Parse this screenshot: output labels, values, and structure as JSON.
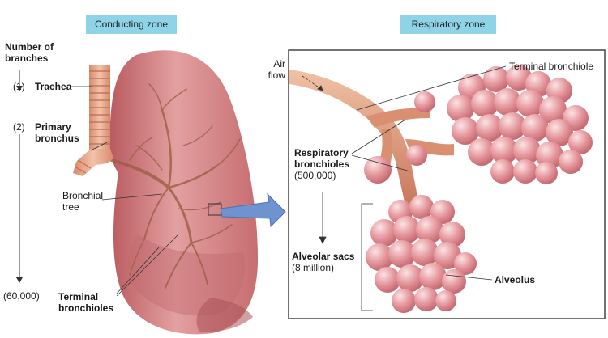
{
  "zones": {
    "conducting": "Conducting zone",
    "respiratory": "Respiratory zone"
  },
  "left_column": {
    "heading_line1": "Number of",
    "heading_line2": "branches",
    "count_trachea": "(1)",
    "count_primary": "(2)",
    "count_terminal": "(60,000)"
  },
  "lung_labels": {
    "trachea": "Trachea",
    "primary_line1": "Primary",
    "primary_line2": "bronchus",
    "bronchial_line1": "Bronchial",
    "bronchial_line2": "tree",
    "terminal_line1": "Terminal",
    "terminal_line2": "bronchioles"
  },
  "detail_labels": {
    "air_line1": "Air",
    "air_line2": "flow",
    "terminal_bronchiole": "Terminal bronchiole",
    "resp_line1": "Respiratory",
    "resp_line2": "bronchioles",
    "resp_count": "(500,000)",
    "sacs_line1": "Alveolar sacs",
    "sacs_count": "(8 million)",
    "alveolus": "Alveolus"
  },
  "colors": {
    "zone_bg": "#8fd3e6",
    "lung": "#d9888a",
    "airway": "#c9775c",
    "alveolus": "#e59aa0",
    "arrow": "#6f93cf"
  }
}
